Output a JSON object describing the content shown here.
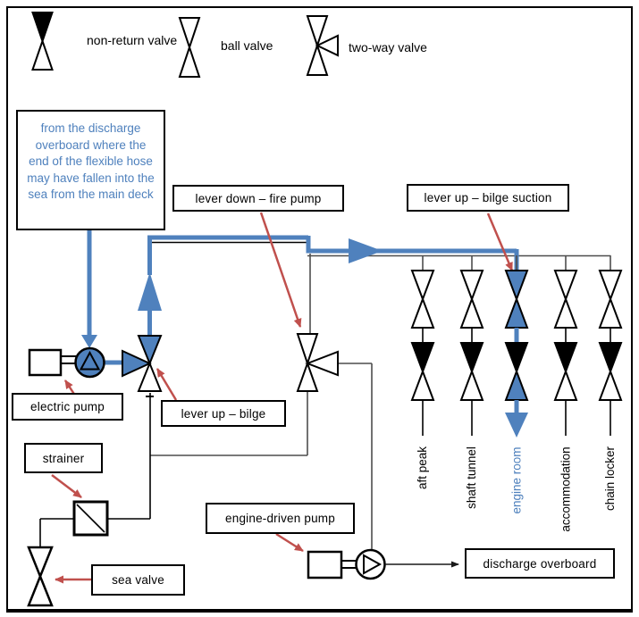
{
  "colors": {
    "accent_blue": "#4F81BD",
    "arrow_red": "#C0504D",
    "pipe_gray": "#555555"
  },
  "legend": {
    "items": [
      {
        "icon": "non-return-valve-icon",
        "label": "non-return valve"
      },
      {
        "icon": "ball-valve-icon",
        "label": "ball valve"
      },
      {
        "icon": "two-way-valve-icon",
        "label": "two-way valve"
      }
    ]
  },
  "callout_note": {
    "text": "from the discharge overboard where the end of the flexible hose may have fallen into the sea from the main deck"
  },
  "labels": {
    "lever_down_fire_pump": "lever down – fire pump",
    "lever_up_bilge_suction": "lever up – bilge suction",
    "electric_pump": "electric pump",
    "lever_up_bilge": "lever up – bilge",
    "strainer": "strainer",
    "engine_driven_pump": "engine-driven pump",
    "sea_valve": "sea valve",
    "discharge_overboard": "discharge overboard"
  },
  "branches": [
    {
      "label": "aft peak",
      "highlighted": false
    },
    {
      "label": "shaft tunnel",
      "highlighted": false
    },
    {
      "label": "engine room",
      "highlighted": true
    },
    {
      "label": "accommodation",
      "highlighted": false
    },
    {
      "label": "chain locker",
      "highlighted": false
    }
  ]
}
